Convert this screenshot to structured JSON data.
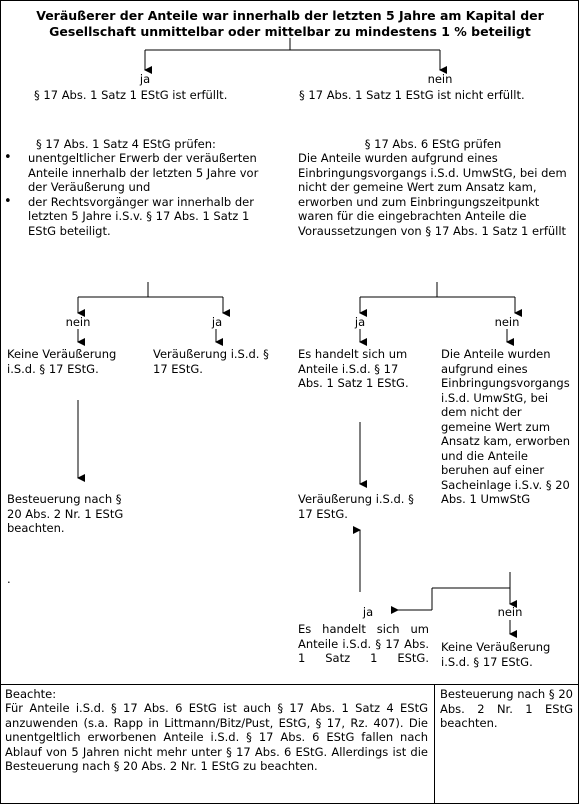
{
  "title": "Veräußerer der Anteile war innerhalb der letzten 5 Jahre am Kapital der Gesellschaft unmittelbar oder mittelbar zu mindestens 1 % beteiligt",
  "level1": {
    "left": {
      "label": "ja",
      "text": "§ 17 Abs. 1 Satz 1 EStG ist erfüllt."
    },
    "right": {
      "label": "nein",
      "text": "§ 17 Abs. 1 Satz 1 EStG ist nicht erfüllt."
    }
  },
  "left_check": {
    "title": "§ 17 Abs. 1 Satz 4 EStG prüfen:",
    "bullets": [
      "unentgeltlicher Erwerb der veräußerten Anteile innerhalb der letzten 5 Jahre vor der Veräußerung und",
      "der Rechtsvorgänger war innerhalb der letzten 5 Jahre i.S.v. § 17 Abs. 1 Satz 1 EStG beteiligt."
    ]
  },
  "right_check": {
    "title": "§ 17 Abs. 6 EStG prüfen",
    "text": "Die Anteile wurden aufgrund eines Einbringungsvorgangs i.S.d. UmwStG, bei dem nicht der gemeine Wert zum Ansatz kam, erworben und zum Einbringungszeitpunkt waren für die eingebrachten Anteile die Voraussetzungen von § 17 Abs. 1 Satz 1 erfüllt"
  },
  "left_branch": {
    "nein_label": "nein",
    "ja_label": "ja",
    "nein_text": "Keine Veräußerung i.S.d. § 17 EStG.",
    "ja_text": "Veräußerung i.S.d. § 17 EStG.",
    "result": "Besteuerung nach § 20 Abs. 2 Nr. 1 EStG beachten.",
    "dot": "."
  },
  "right_branch": {
    "ja_label": "ja",
    "nein_label": "nein",
    "ja_text": "Es handelt sich um Anteile i.S.d. § 17 Abs. 1 Satz 1 EStG.",
    "ja_result": "Veräußerung i.S.d. § 17 EStG.",
    "nein_text": "Die Anteile wurden aufgrund eines Einbringungsvorgangs i.S.d. UmwStG, bei dem nicht der gemeine Wert zum Ansatz kam, erworben und die Anteile beruhen auf einer Sacheinlage i.S.v. § 20 Abs. 1 UmwStG",
    "sub_ja_label": "ja",
    "sub_nein_label": "nein",
    "sub_ja_text": "Es handelt sich um Anteile i.S.d. § 17 Abs. 1 Satz 1 EStG.",
    "sub_nein_text": "Keine Veräußerung i.S.d. § 17 EStG."
  },
  "footer": {
    "heading": "Beachte:",
    "text": "Für Anteile i.S.d. § 17 Abs. 6 EStG ist auch § 17 Abs. 1 Satz 4 EStG anzuwenden (s.a. Rapp in Littmann/Bitz/Pust, EStG, § 17, Rz. 407). Die unentgeltlich erworbenen Anteile i.S.d. § 17 Abs. 6 EStG fallen nach Ablauf von 5 Jahren nicht mehr unter § 17 Abs. 6 EStG. Allerdings ist die Besteuerung nach § 20 Abs. 2 Nr. 1 EStG zu beachten.",
    "side": "Besteuerung nach § 20 Abs. 2 Nr. 1 EStG beachten."
  }
}
